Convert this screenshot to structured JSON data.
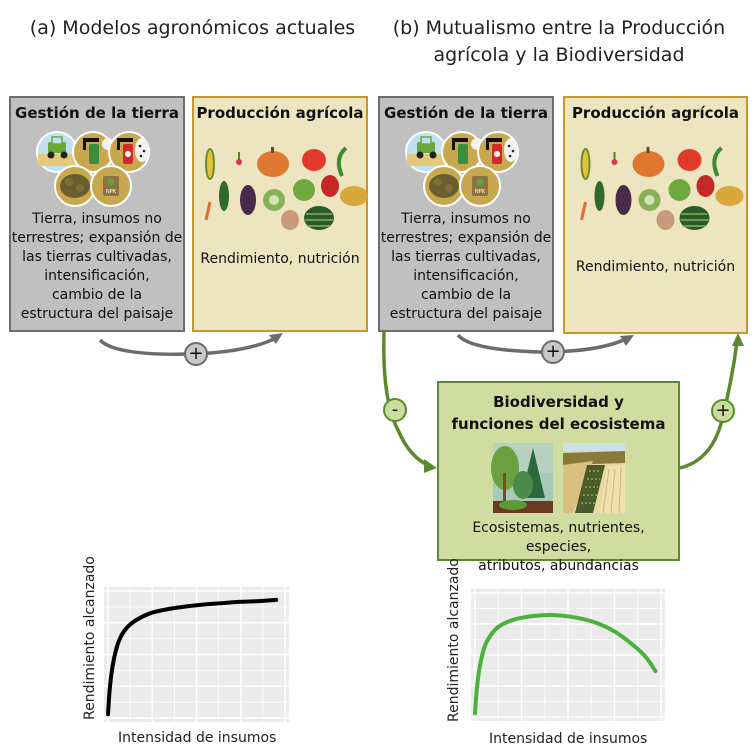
{
  "panel_a": {
    "title": "(a) Modelos agronómicos actuales",
    "land_box": {
      "title": "Gestión de la tierra",
      "icons": [
        "tractor-icon",
        "sprayer-icon",
        "pesticide-sprayer-icon",
        "manure-icon",
        "npk-fertilizer-icon"
      ],
      "npk_label": "NPK",
      "lines": [
        "Tierra, insumos no",
        "terrestres; expansión de",
        "las tierras cultivadas,",
        "intensificación,",
        "cambio de la",
        "estructura del paisaje"
      ]
    },
    "production_box": {
      "title": "Producción agrícola",
      "text": "Rendimiento, nutrición"
    },
    "link_sign": "+"
  },
  "panel_b": {
    "title_line1": "(b) Mutualismo entre la Producción",
    "title_line2": "agrícola y la Biodiversidad",
    "land_box": {
      "title": "Gestión de la tierra",
      "npk_label": "NPK",
      "lines": [
        "Tierra, insumos no",
        "terrestres; expansión de",
        "las tierras cultivadas,",
        "intensificación,",
        "cambio de la",
        "estructura del paisaje"
      ]
    },
    "production_box": {
      "title": "Producción agrícola",
      "text": "Rendimiento, nutrición"
    },
    "biodiversity_box": {
      "title_line1": "Biodiversidad y",
      "title_line2": "funciones del ecosistema",
      "images": [
        "forest-image",
        "farmland-image"
      ],
      "text_line1": "Ecosistemas, nutrientes, especies,",
      "text_line2": "atributos, abundancias"
    },
    "link_sign_direct": "+",
    "link_sign_to_biodiversity": "-",
    "link_sign_from_biodiversity": "+"
  },
  "colors": {
    "gray_box": "#c0c0c0",
    "tan_box": "#ede5c0",
    "tan_border": "#c8962a",
    "green_box": "#d0dca0",
    "green_arrow": "#5a8a2e",
    "gray_arrow": "#6b6b6b",
    "curve_a": "#000000",
    "curve_b": "#4caf3e",
    "plot_bg": "#ebebeb"
  },
  "chart_data": [
    {
      "type": "line",
      "panel": "a",
      "title": "",
      "xlabel": "Intensidad de insumos",
      "ylabel": "Rendimiento  alcanzado",
      "xlim": [
        0,
        10
      ],
      "ylim": [
        0,
        10
      ],
      "grid": true,
      "tick_labels": false,
      "series": [
        {
          "name": "rendimiento",
          "color": "#000000",
          "x": [
            0,
            0.1,
            0.25,
            0.5,
            0.8,
            1.2,
            1.7,
            2.5,
            3.5,
            4.5,
            5.5,
            6.5,
            7.5,
            8.5,
            9.5
          ],
          "y": [
            0.3,
            2.3,
            4.0,
            5.6,
            6.6,
            7.3,
            7.8,
            8.3,
            8.6,
            8.8,
            8.95,
            9.05,
            9.15,
            9.2,
            9.3
          ]
        }
      ]
    },
    {
      "type": "line",
      "panel": "b",
      "title": "",
      "xlabel": "Intensidad de insumos",
      "ylabel": "Rendimiento  alcanzado",
      "xlim": [
        0,
        10
      ],
      "ylim": [
        0,
        10
      ],
      "grid": true,
      "tick_labels": false,
      "series": [
        {
          "name": "rendimiento",
          "color": "#4caf3e",
          "x": [
            0,
            0.1,
            0.25,
            0.5,
            0.8,
            1.2,
            1.8,
            2.5,
            3.5,
            4.5,
            5.5,
            6.5,
            7.5,
            8.5,
            9.2,
            9.7
          ],
          "y": [
            0.3,
            2.3,
            4.0,
            5.6,
            6.5,
            7.2,
            7.7,
            8.0,
            8.2,
            8.2,
            8.0,
            7.6,
            6.9,
            5.8,
            4.8,
            3.7
          ]
        }
      ]
    }
  ]
}
